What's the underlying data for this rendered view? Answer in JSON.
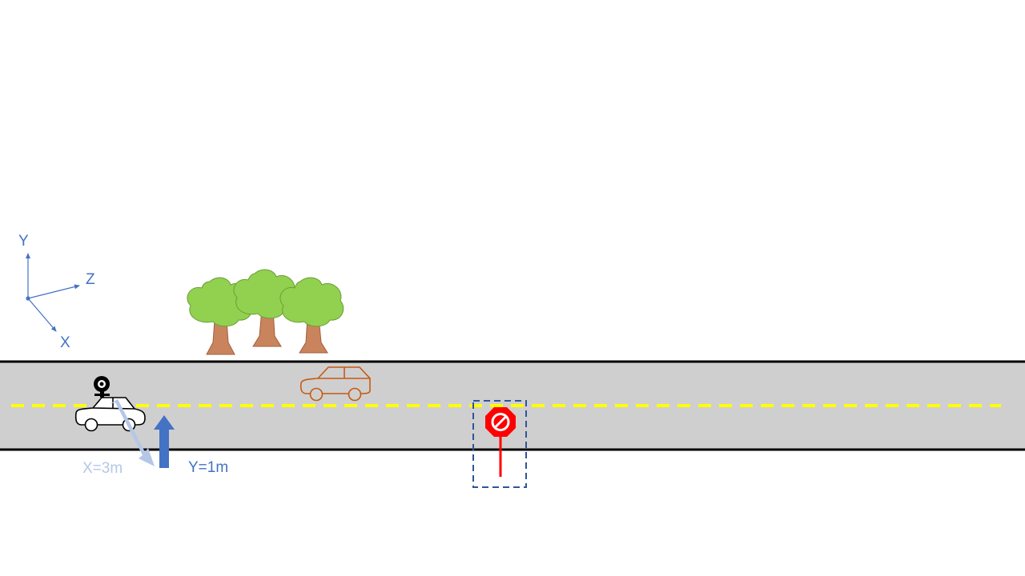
{
  "axes": {
    "labels": {
      "y": "Y",
      "z": "Z",
      "x": "X"
    },
    "color": "#4472c4"
  },
  "measurements": {
    "x_offset_label": "X=3m",
    "y_offset_label": "Y=1m",
    "x_arrow_color": "#b4c7e7",
    "y_arrow_color": "#4472c4"
  },
  "colors": {
    "road_fill": "#d0cfd0",
    "road_edge": "#000000",
    "center_line": "#ffff00",
    "ego_car_outline": "#000000",
    "other_car_outline": "#c55a11",
    "tree_foliage": "#92d050",
    "tree_foliage_outline": "#6a9f36",
    "tree_trunk": "#c9845e",
    "sign_red": "#ff0000",
    "bounding_box": "#2f5597"
  },
  "objects": {
    "ego_vehicle_icon": "car-with-camera-icon",
    "other_vehicle_icon": "car-icon",
    "trees_icon": "tree-icon",
    "sign_icon": "no-entry-sign-icon"
  }
}
